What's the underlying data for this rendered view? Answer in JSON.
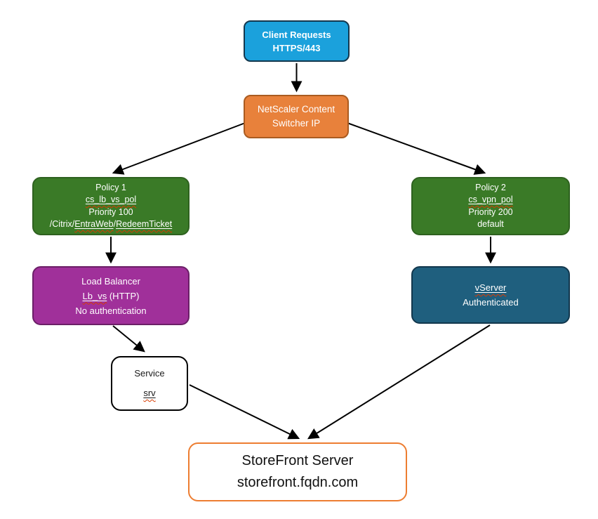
{
  "colors": {
    "blue": "#1BA1DC",
    "blue_border": "#14384E",
    "orange": "#E8813B",
    "orange_border": "#AA5B20",
    "green": "#3A7A27",
    "green_border": "#2E611F",
    "purple": "#A0309A",
    "purple_border": "#6B1F67",
    "teal": "#1F5F7E",
    "teal_border": "#12374D",
    "sf_border": "#ED7D31",
    "arrow": "#000000",
    "spellcheck_squiggle": "#d83b01"
  },
  "nodes": {
    "client": {
      "line1": "Client Requests",
      "line2": "HTTPS/443"
    },
    "netscaler": {
      "line1": "NetScaler Content",
      "line2": "Switcher IP"
    },
    "policy1": {
      "title": "Policy 1",
      "name": "cs_lb_vs_pol",
      "priority": "Priority 100",
      "path_prefix": "/Citrix/",
      "path_seg1": "EntraWeb",
      "path_sep": "/",
      "path_seg2": "RedeemTicket"
    },
    "policy2": {
      "title": "Policy 2",
      "name": "cs_vpn_pol",
      "priority": "Priority 200",
      "rule": "default"
    },
    "load_balancer": {
      "title": "Load Balancer",
      "name": "Lb_vs",
      "name_suffix": " (HTTP)",
      "auth": "No authentication"
    },
    "vserver": {
      "name": "vServer",
      "auth": "Authenticated"
    },
    "service": {
      "title": "Service",
      "name": "srv"
    },
    "storefront": {
      "title": "StoreFront Server",
      "fqdn": "storefront.fqdn.com"
    }
  },
  "edges": [
    {
      "from": "client",
      "to": "netscaler"
    },
    {
      "from": "netscaler",
      "to": "policy1"
    },
    {
      "from": "netscaler",
      "to": "policy2"
    },
    {
      "from": "policy1",
      "to": "load_balancer"
    },
    {
      "from": "policy2",
      "to": "vserver"
    },
    {
      "from": "load_balancer",
      "to": "service"
    },
    {
      "from": "service",
      "to": "storefront"
    },
    {
      "from": "vserver",
      "to": "storefront"
    }
  ]
}
